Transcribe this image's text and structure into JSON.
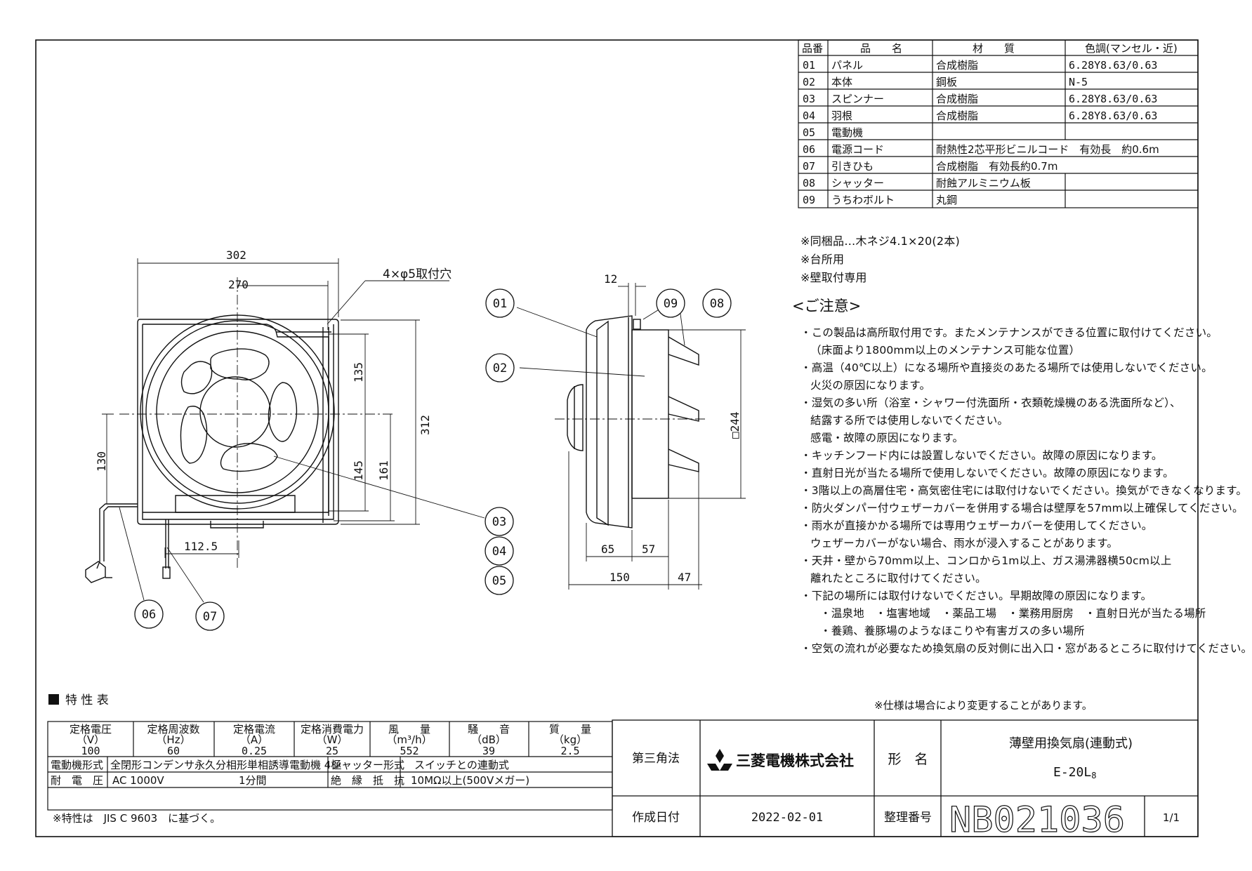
{
  "parts_table": {
    "headers": [
      "品番",
      "品　　名",
      "材　　質",
      "色調(マンセル・近)"
    ],
    "rows": [
      [
        "01",
        "パネル",
        "合成樹脂",
        "6.28Y8.63/0.63"
      ],
      [
        "02",
        "本体",
        "鋼板",
        "N-5"
      ],
      [
        "03",
        "スピンナー",
        "合成樹脂",
        "6.28Y8.63/0.63"
      ],
      [
        "04",
        "羽根",
        "合成樹脂",
        "6.28Y8.63/0.63"
      ],
      [
        "05",
        "電動機",
        "",
        ""
      ],
      [
        "06",
        "電源コード",
        "耐熱性2芯平形ビニルコード　有効長　約0.6m",
        ""
      ],
      [
        "07",
        "引きひも",
        "合成樹脂　有効長約0.7m",
        ""
      ],
      [
        "08",
        "シャッター",
        "耐蝕アルミニウム板",
        ""
      ],
      [
        "09",
        "うちわボルト",
        "丸鋼",
        ""
      ]
    ]
  },
  "accessories": [
    "※同梱品…木ネジ4.1×20(2本)",
    "※台所用",
    "※壁取付専用"
  ],
  "caution": {
    "title": "<ご注意>",
    "lines": [
      "・この製品は高所取付用です。またメンテナンスができる位置に取付けてください。",
      "（床面より1800mm以上のメンテナンス可能な位置）",
      "・高温（40℃以上）になる場所や直接炎のあたる場所では使用しないでください。",
      "火災の原因になります。",
      "・湿気の多い所（浴室・シャワー付洗面所・衣類乾燥機のある洗面所など）、",
      "結露する所では使用しないでください。",
      "感電・故障の原因になります。",
      "・キッチンフード内には設置しないでください。故障の原因になります。",
      "・直射日光が当たる場所で使用しないでください。故障の原因になります。",
      "・3階以上の高層住宅・高気密住宅には取付けないでください。換気ができなくなります。",
      "・防火ダンパー付ウェザーカバーを併用する場合は壁厚を57mm以上確保してください。",
      "・雨水が直接かかる場所では専用ウェザーカバーを使用してください。",
      "ウェザーカバーがない場合、雨水が浸入することがあります。",
      "・天井・壁から70mm以上、コンロから1m以上、ガス湯沸器横50cm以上",
      "離れたところに取付けてください。",
      "・下記の場所には取付けないでください。早期故障の原因になります。",
      "・温泉地　・塩害地域　・薬品工場　・業務用厨房　・直射日光が当たる場所",
      "・養鶏、養豚場のようなほこりや有害ガスの多い場所",
      "・空気の流れが必要なため換気扇の反対側に出入口・窓があるところに取付けてください。"
    ]
  },
  "spec_change_note": "※仕様は場合により変更することがあります。",
  "characteristics": {
    "title": "特 性 表",
    "headers": [
      "定格電圧\n（V）",
      "定格周波数\n（Hz）",
      "定格電流\n（A）",
      "定格消費電力\n（W）",
      "風　量\n（m³/h）",
      "騒　音\n（dB）",
      "質　量\n（kg）"
    ],
    "header_top": [
      "定格電圧",
      "定格周波数",
      "定格電流",
      "定格消費電力",
      "風　　量",
      "騒　　音",
      "質　　量"
    ],
    "header_bottom": [
      "（V）",
      "（Hz）",
      "（A）",
      "（W）",
      "（m³/h）",
      "（dB）",
      "（kg）"
    ],
    "values": [
      "100",
      "60",
      "0.25",
      "25",
      "552",
      "39",
      "2.5"
    ],
    "motor_type_label": "電動機形式",
    "motor_type_value": "全閉形コンデンサ永久分相形単相誘導電動機 4極",
    "shutter_type_label": "シャッター形式",
    "shutter_type_value": "スイッチとの連動式",
    "withstand_label": "耐　電　圧",
    "withstand_value": "AC 1000V",
    "withstand_time": "1分間",
    "insulation_label": "絶　縁　抵　抗",
    "insulation_value": "10MΩ以上(500Vメガー)",
    "footnote": "※特性は　JIS C 9603　に基づく。"
  },
  "title_block": {
    "projection": "第三角法",
    "company": "三菱電機株式会社",
    "model_label": "形　名",
    "product_name": "薄壁用換気扇(連動式)",
    "model_number": "E-20L",
    "model_suffix": "8",
    "date_label": "作成日付",
    "date": "2022-02-01",
    "ref_label": "整理番号",
    "ref_number": "NB021036",
    "sheet": "1/1",
    "brand_color": "#d40000"
  },
  "drawing": {
    "front_dims": {
      "overall_width": "302",
      "mount_width": "270",
      "holes": "4×φ5取付穴",
      "height_total": "312",
      "upper_to_center": "135",
      "center_to_lower": "145",
      "center_to_bottom": "161",
      "cord_height": "130",
      "cord_offset": "112.5"
    },
    "side_dims": {
      "flange": "12",
      "square": "□244",
      "depth_a": "65",
      "depth_b": "57",
      "depth_total": "150",
      "shutter_depth": "47"
    },
    "balloons": [
      "01",
      "02",
      "03",
      "04",
      "05",
      "06",
      "07",
      "08",
      "09"
    ]
  }
}
